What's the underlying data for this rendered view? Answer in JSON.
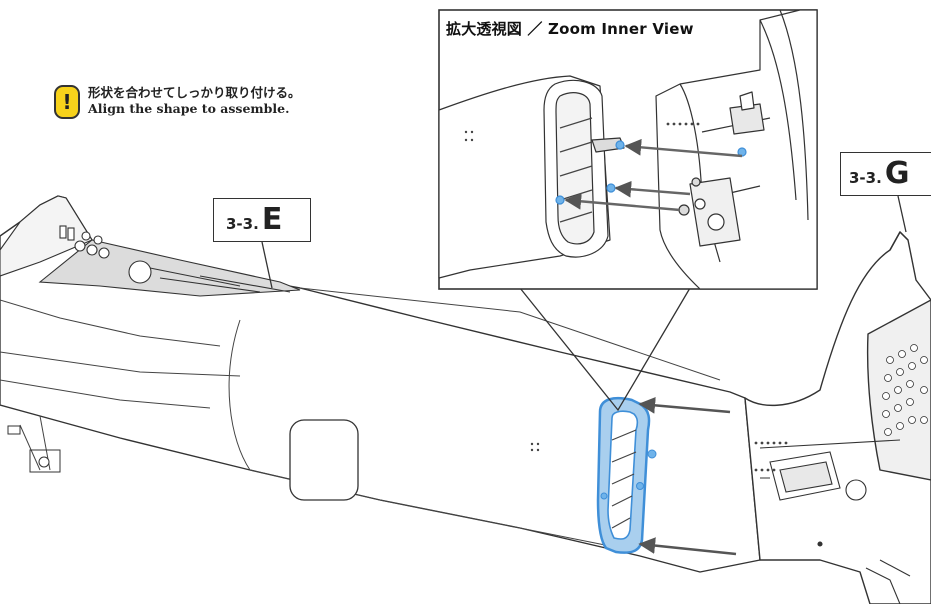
{
  "note": {
    "icon": "warning-exclamation-icon",
    "symbol": "!",
    "text_ja": "形状を合わせてしっかり取り付ける。",
    "text_en": "Align the shape to assemble."
  },
  "labels": {
    "e": {
      "number": "3-3.",
      "letter": "E"
    },
    "g": {
      "number": "3-3.",
      "letter": "G"
    }
  },
  "zoom": {
    "title": "拡大透視図 ／ Zoom Inner View"
  },
  "colors": {
    "highlight": "#3f8fd8",
    "highlight_fill": "#a9cfee",
    "accent": "#f7d21b",
    "line": "#333333",
    "arrow": "#6a6a6a"
  }
}
